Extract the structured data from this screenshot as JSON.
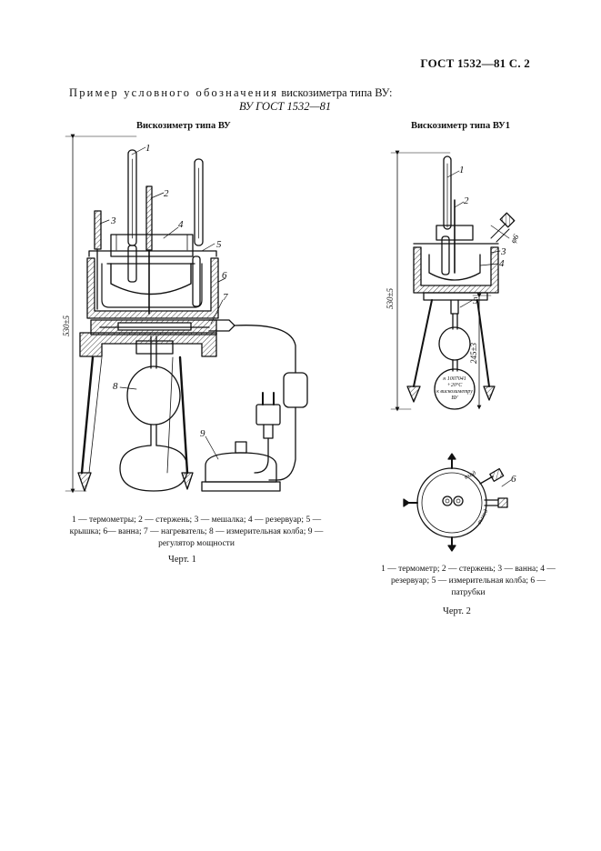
{
  "header": {
    "standard": "ГОСТ 1532—81 С. 2"
  },
  "example": {
    "lead": "Пример условного обозначения",
    "rest": " вискозиметра типа ВУ:",
    "designation": "ВУ ГОСТ 1532—81"
  },
  "figure1": {
    "title": "Вискозиметр типа ВУ",
    "dimension": "530±5",
    "labels": [
      "1",
      "2",
      "3",
      "4",
      "5",
      "6",
      "7",
      "8",
      "9"
    ],
    "legend": [
      {
        "n": "1",
        "t": " — термометры; "
      },
      {
        "n": "2",
        "t": " — стержень; "
      },
      {
        "n": "3",
        "t": " — мешалка; "
      },
      {
        "n": "4",
        "t": " — резервуар; "
      },
      {
        "n": "5",
        "t": " — крышка; "
      },
      {
        "n": "6",
        "t": "— ванна; "
      },
      {
        "n": "7",
        "t": " — нагреватель; "
      },
      {
        "n": "8",
        "t": " — измерительная колба; "
      },
      {
        "n": "9",
        "t": " — регулятор мощности"
      }
    ],
    "caption": "Черт. 1"
  },
  "figure2": {
    "title": "Вискозиметр типа ВУ1",
    "dimension_total": "530±5",
    "dimension_lower": "245±3",
    "dimension_d": "φ6",
    "labels": [
      "1",
      "2",
      "3",
      "4",
      "5",
      "6"
    ],
    "flask_inscription": [
      "н 1007041",
      "+20°С",
      "к вискозиметру",
      "ВУ"
    ],
    "plan_marks": [
      "вход",
      "выход"
    ],
    "legend": [
      {
        "n": "1",
        "t": " — термометр; "
      },
      {
        "n": "2",
        "t": " — стержень; "
      },
      {
        "n": "3",
        "t": " — ванна; "
      },
      {
        "n": "4",
        "t": " — резервуар; "
      },
      {
        "n": "5",
        "t": " — измерительная колба; "
      },
      {
        "n": "6",
        "t": " — патрубки"
      }
    ],
    "caption": "Черт. 2"
  }
}
